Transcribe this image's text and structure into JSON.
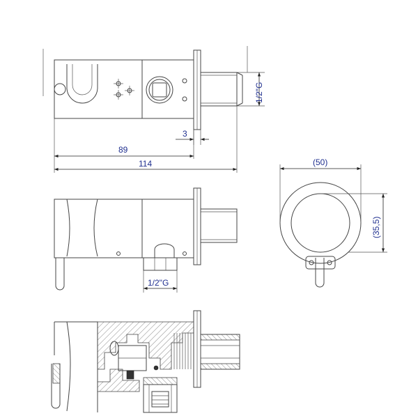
{
  "dimensions": {
    "thread_top": "1/2\"G",
    "offset": "3",
    "width_89": "89",
    "width_114": "114",
    "thread_side": "1/2\"G",
    "diameter_50": "(50)",
    "height_35_5": "(35,5)"
  }
}
